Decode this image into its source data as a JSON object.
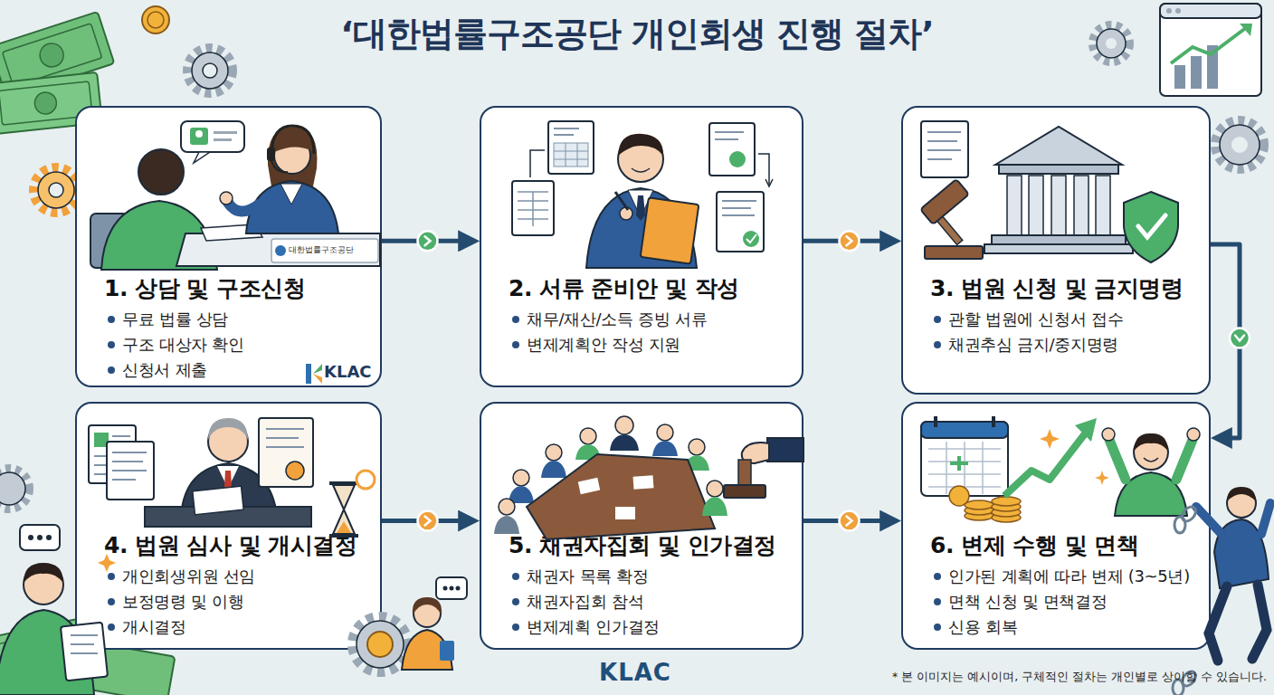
{
  "diagram": {
    "title": "‘대한법률구조공단 개인회생 진행 절차’",
    "nodes": [
      {
        "text": [
          "1. 상담 및 구조신청",
          "무료 법률 상담",
          "구조 대상자 확인",
          "신청서 제출"
        ]
      },
      {
        "text": [
          "2. 서류 준비안 및 작성",
          "채무/재산/소득 증빙 서류",
          "변제계획안 작성 지원"
        ]
      },
      {
        "text": [
          "3. 법원 신청 및 금지명령",
          "관할 법원에 신청서 접수",
          "채권추심 금지/중지명령"
        ]
      },
      {
        "text": [
          "4. 법원 심사 및 개시결정",
          "개인회생위원 선임",
          "보정명령 및 이행",
          "개시결정"
        ]
      },
      {
        "text": [
          "5. 채권자집회 및 인가결정",
          "채권자 목록 확정",
          "채권자집회 참석",
          "변제계획 인가결정"
        ]
      },
      {
        "text": [
          "6. 변제 수행 및 면책",
          "인가된 계획에 따라 변제 (3~5년)",
          "면책 신청 및 면책결정",
          "신용 회복"
        ]
      }
    ],
    "edges": [
      {
        "from": 0,
        "to": 1,
        "arrow": "to"
      },
      {
        "from": 1,
        "to": 2,
        "arrow": "to"
      },
      {
        "from": 2,
        "to": 5,
        "arrow": "to"
      },
      {
        "from": 3,
        "to": 4,
        "arrow": "to"
      },
      {
        "from": 4,
        "to": 5,
        "arrow": "to"
      }
    ],
    "labels": [
      "대한법률구조공단",
      "KLAC",
      "KLAC",
      "* 본 이미지는 예시이며, 구체적인 절차는 개인별로 상이할 수 있습니다."
    ]
  }
}
